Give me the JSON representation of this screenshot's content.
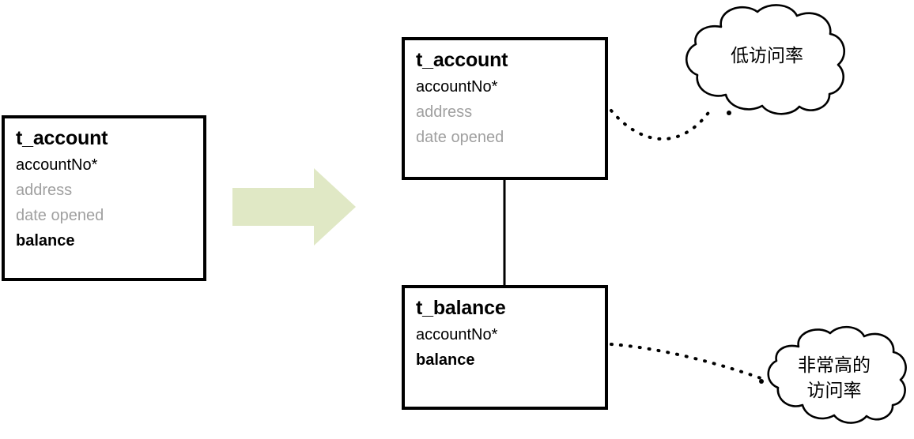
{
  "diagram": {
    "type": "entity-split-diagram",
    "background": "#ffffff",
    "colors": {
      "border": "#000000",
      "text": "#000000",
      "dim_text": "#a0a0a0",
      "arrow_fill": "#e0e8c5"
    },
    "before": {
      "box": {
        "title": "t_account",
        "attributes": [
          {
            "label": "accountNo*",
            "style": "normal"
          },
          {
            "label": "address",
            "style": "dim"
          },
          {
            "label": "date opened",
            "style": "dim"
          },
          {
            "label": "balance",
            "style": "bold"
          }
        ]
      }
    },
    "transform_arrow": {
      "name": "right-arrow",
      "direction": "right",
      "fill": "#e0e8c5"
    },
    "after": {
      "boxes": [
        {
          "title": "t_account",
          "attributes": [
            {
              "label": "accountNo*",
              "style": "normal"
            },
            {
              "label": "address",
              "style": "dim"
            },
            {
              "label": "date opened",
              "style": "dim"
            }
          ]
        },
        {
          "title": "t_balance",
          "attributes": [
            {
              "label": "accountNo*",
              "style": "normal"
            },
            {
              "label": "balance",
              "style": "bold"
            }
          ]
        }
      ],
      "relationship": {
        "name": "vertical-connector",
        "style": "solid"
      }
    },
    "callouts": [
      {
        "name": "low-access-rate-cloud",
        "text": "低访问率",
        "connector": "dotted",
        "attached_to": "t_account"
      },
      {
        "name": "very-high-access-rate-cloud",
        "text": "非常高的\n访问率",
        "connector": "dotted",
        "attached_to": "t_balance"
      }
    ]
  }
}
